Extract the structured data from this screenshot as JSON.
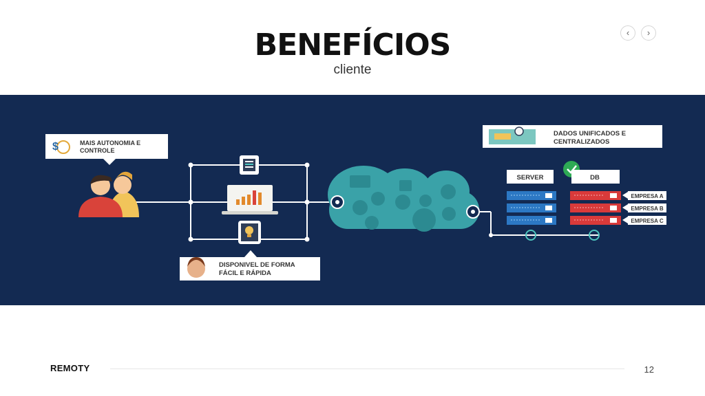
{
  "slide": {
    "title": "BENEFÍCIOS",
    "subtitle": "cliente",
    "nav": {
      "prev_icon": "‹",
      "next_icon": "›"
    }
  },
  "infographic": {
    "callout_autonomy": [
      "MAIS AUTONOMIA E",
      "CONTROLE"
    ],
    "callout_access": [
      "DISPONIVEL DE FORMA",
      "FÁCIL E RÁPIDA"
    ],
    "callout_data": [
      "DADOS UNIFICADOS E",
      "CENTRALIZADOS"
    ],
    "server_label": "SERVER",
    "db_label": "DB",
    "companies": [
      "EMPRESA A",
      "EMPRESA B",
      "EMPRESA C"
    ],
    "colors": {
      "background": "#132a52",
      "cloud": "#3aa2a8",
      "server": "#2c78c4",
      "db": "#d93a3a",
      "check": "#2eaa55"
    }
  },
  "footer": {
    "brand": "REMOTY",
    "page_number": "12"
  }
}
